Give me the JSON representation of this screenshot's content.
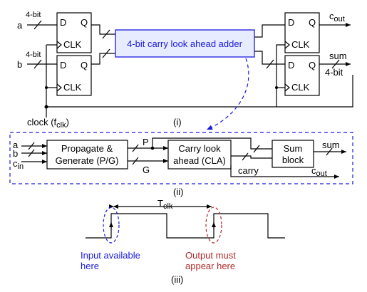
{
  "part_i": {
    "input_a": "a",
    "input_b": "b",
    "bus_a": "4-bit",
    "bus_b": "4-bit",
    "ff_d": "D",
    "ff_q": "Q",
    "ff_clk": "CLK",
    "adder": "4-bit carry look ahead adder",
    "out_carry": "c",
    "out_carry_sub": "out",
    "out_sum": "sum",
    "bus_sum": "4-bit",
    "clock_prefix": "clock (f",
    "clock_sub": "clk",
    "clock_suffix": ")",
    "caption": "(i)"
  },
  "part_ii": {
    "in_a": "a",
    "in_b": "b",
    "in_c": "c",
    "in_c_sub": "in",
    "pg_line1": "Propagate &",
    "pg_line2": "Generate (P/G)",
    "sig_p": "P",
    "sig_g": "G",
    "cla_line1": "Carry look",
    "cla_line2": "ahead (CLA)",
    "carry": "carry",
    "sum_line1": "Sum",
    "sum_line2": "block",
    "sum_out": "sum",
    "c_out": "c",
    "c_out_sub": "out",
    "caption": "(ii)"
  },
  "part_iii": {
    "period": "T",
    "period_sub": "clk",
    "input_note_1": "Input available",
    "input_note_2": "here",
    "output_note_1": "Output must",
    "output_note_2": "appear here",
    "caption": "(iii)"
  },
  "colors": {
    "blue": "#1a1adf",
    "dark_red": "#b02a2a",
    "adder_fill": "#e8ecff"
  }
}
